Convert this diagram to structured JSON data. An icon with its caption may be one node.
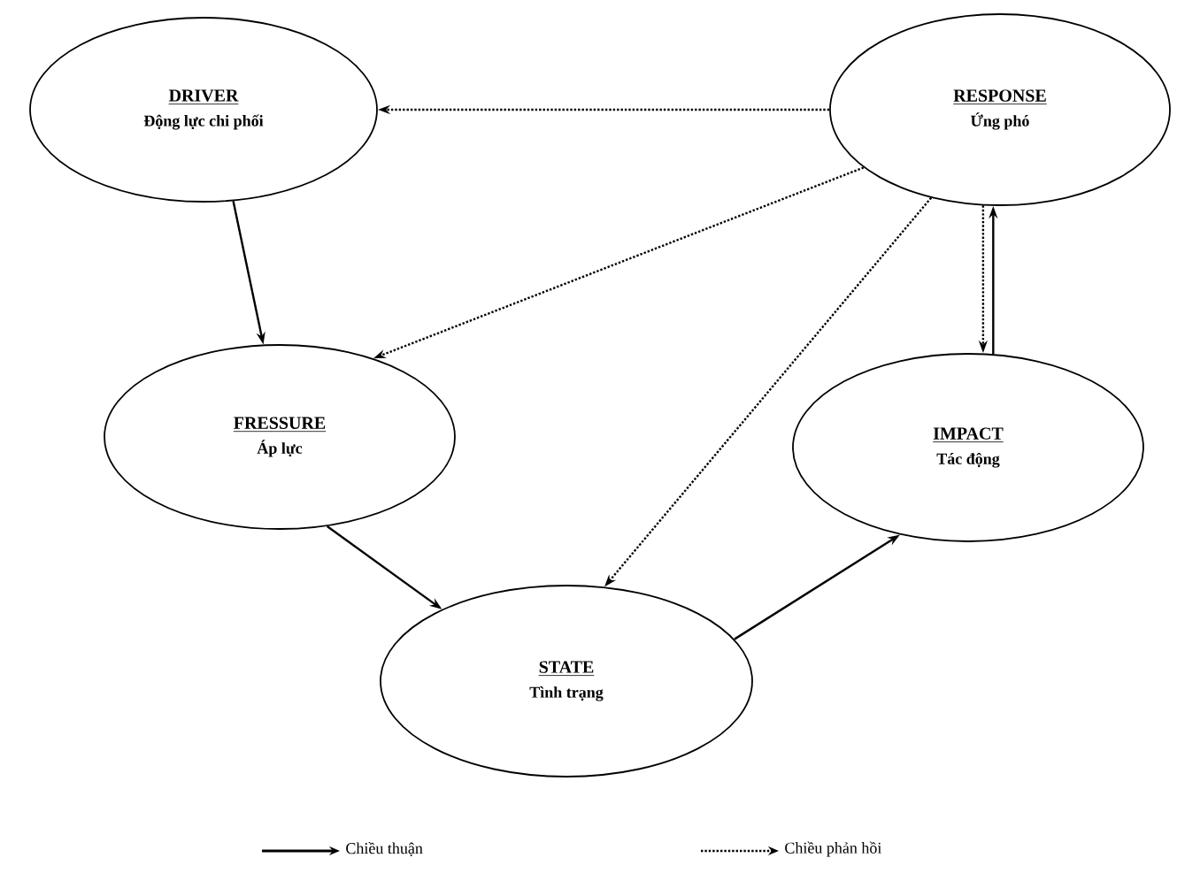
{
  "diagram": {
    "nodes": [
      {
        "text": [
          "DRIVER",
          "Động lực chi phối"
        ]
      },
      {
        "text": [
          "RESPONSE",
          "Ứng phó"
        ]
      },
      {
        "text": [
          "FRESSURE",
          "Áp lực"
        ]
      },
      {
        "text": [
          "IMPACT",
          "Tác động"
        ]
      },
      {
        "text": [
          "STATE",
          "Tình trạng"
        ]
      }
    ],
    "edges": [
      {
        "from": 1,
        "to": 0,
        "arrow": "to",
        "style": "dashed"
      },
      {
        "from": 0,
        "to": 2,
        "arrow": "to"
      },
      {
        "from": 1,
        "to": 2,
        "arrow": "to",
        "style": "dashed"
      },
      {
        "from": 1,
        "to": 3,
        "arrow": "to",
        "style": "dashed"
      },
      {
        "from": 3,
        "to": 1,
        "arrow": "to"
      },
      {
        "from": 2,
        "to": 4,
        "arrow": "to"
      },
      {
        "from": 1,
        "to": 4,
        "arrow": "to",
        "style": "dashed"
      },
      {
        "from": 4,
        "to": 3,
        "arrow": "to"
      }
    ],
    "legend": [
      {
        "text": "Chiều thuận"
      },
      {
        "text": "Chiều phản hồi"
      }
    ]
  }
}
